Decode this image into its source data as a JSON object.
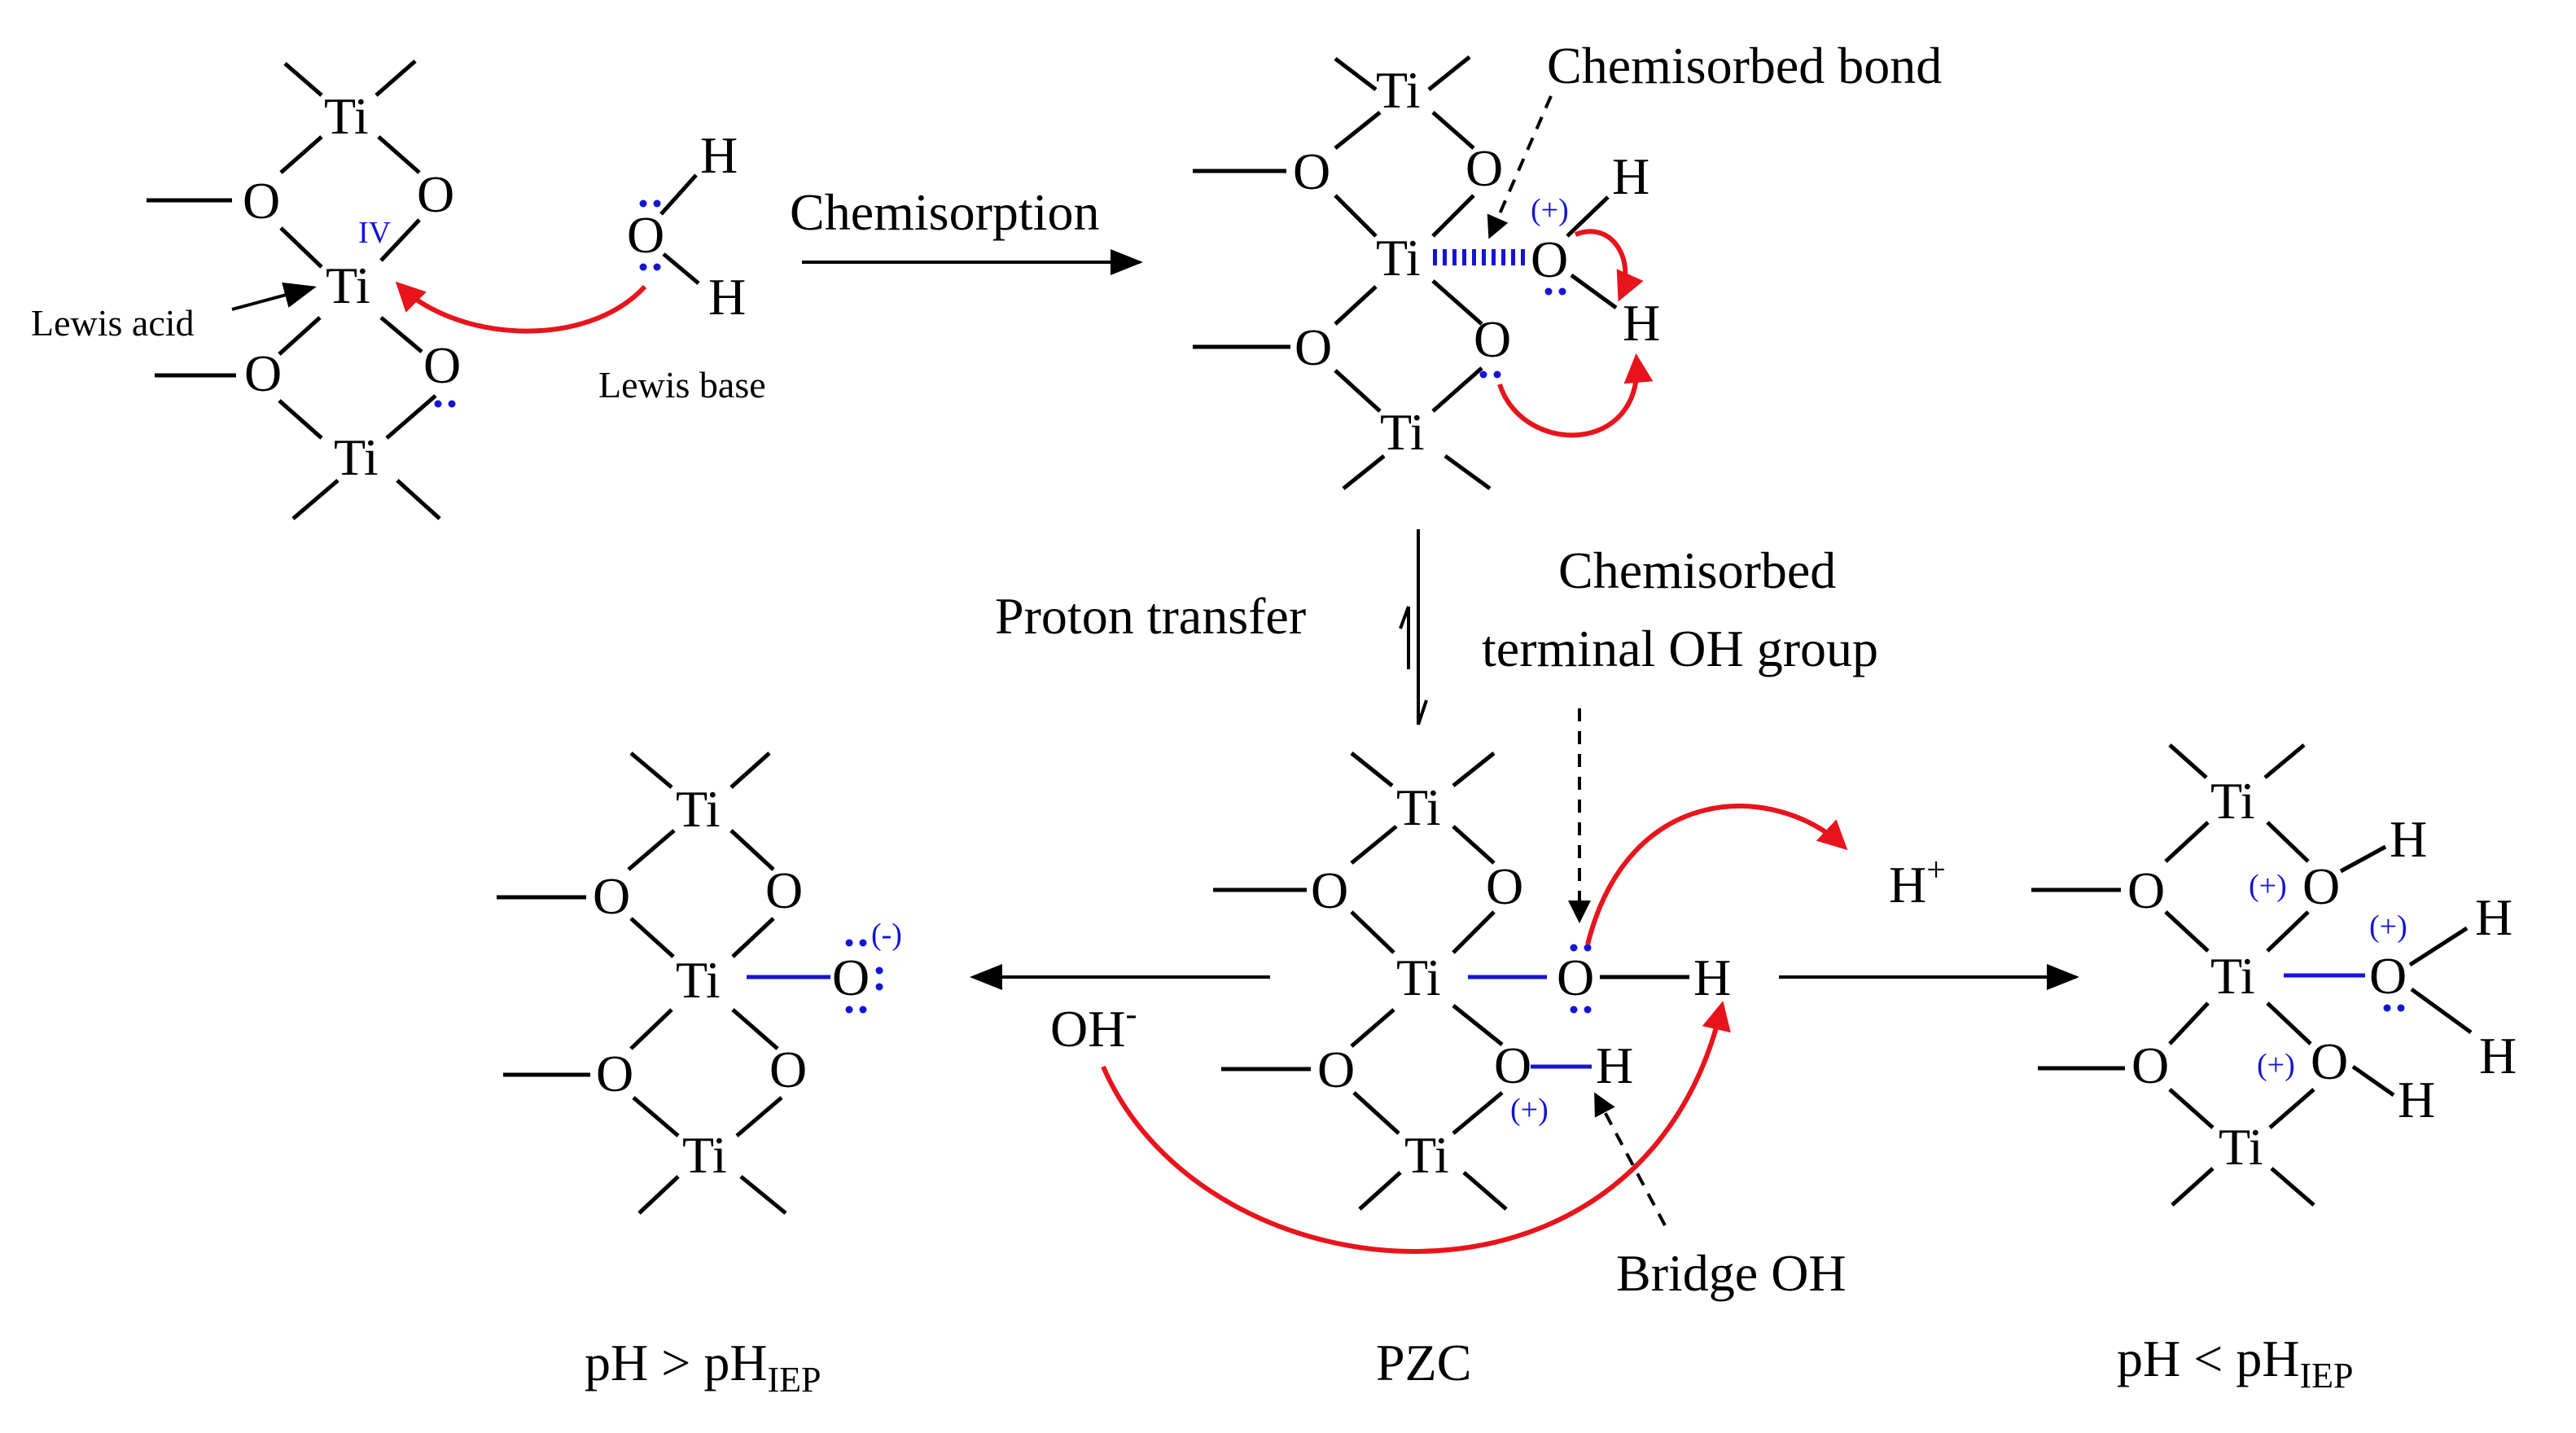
{
  "atoms": {
    "ti": "Ti",
    "o": "O",
    "h": "H"
  },
  "labels": {
    "oxidation_state": "IV",
    "lewis_acid": "Lewis acid",
    "lewis_base": "Lewis base",
    "chemisorption": "Chemisorption",
    "chemisorbed_bond": "Chemisorbed bond",
    "proton_transfer": "Proton transfer",
    "chemisorbed_terminal_line1": "Chemisorbed",
    "chemisorbed_terminal_line2": "terminal OH group",
    "bridge_oh": "Bridge OH",
    "h_plus_base": "H",
    "h_plus_sup": "+",
    "oh_minus_base": "OH",
    "oh_minus_sup": "-"
  },
  "charges": {
    "positive": "(+)",
    "negative": "(-)"
  },
  "conditions": {
    "left_prefix": "pH > pH",
    "left_sub": "IEP",
    "center": "PZC",
    "right_prefix": "pH < pH",
    "right_sub": "IEP"
  },
  "colors": {
    "arrow_red": "#e8141c",
    "annotation_blue": "#1414d6"
  },
  "icons": {
    "lone_pair": "lone-pair-dots-icon",
    "curved_arrow": "curved-electron-arrow-icon"
  }
}
